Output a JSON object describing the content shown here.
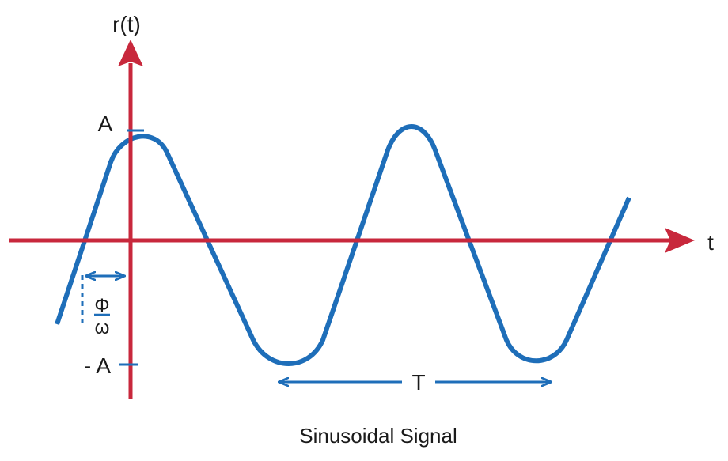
{
  "labels": {
    "y_axis": "r(t)",
    "x_axis": "t",
    "amplitude_pos": "A",
    "amplitude_neg": "- A",
    "phase_numerator": "Φ",
    "phase_denominator": "ω",
    "period": "T",
    "caption": "Sinusoidal Signal"
  },
  "colors": {
    "axis": "#c8283c",
    "wave": "#1e6eb9",
    "text": "#1a1a1a"
  }
}
